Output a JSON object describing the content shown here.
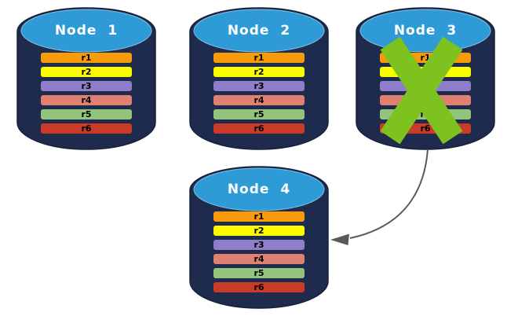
{
  "nodes": [
    {
      "title": "Node 1",
      "failed": false,
      "records": [
        "r1",
        "r2",
        "r3",
        "r4",
        "r5",
        "r6"
      ]
    },
    {
      "title": "Node 2",
      "failed": false,
      "records": [
        "r1",
        "r2",
        "r3",
        "r4",
        "r5",
        "r6"
      ]
    },
    {
      "title": "Node 3",
      "failed": true,
      "records": [
        "r1",
        "r2",
        "r3",
        "r4",
        "r5",
        "r6"
      ]
    },
    {
      "title": "Node 4",
      "failed": false,
      "records": [
        "r1",
        "r2",
        "r3",
        "r4",
        "r5",
        "r6"
      ]
    }
  ],
  "record_colors": {
    "r1": "#F89B0B",
    "r2": "#FCFC00",
    "r3": "#8C7EC8",
    "r4": "#DF8070",
    "r5": "#93C47D",
    "r6": "#C93A27"
  },
  "colors": {
    "background": "#FFFFFF",
    "cylinder-body": "#1E2B4D",
    "cylinder-outline": "#16203C",
    "cylinder-top": "#2F9BD6",
    "cylinder-top-outline": "#7FBEE3",
    "node-title-text": "#FFFFFF",
    "record-text": "#000000",
    "x-mark": "#7DC21E",
    "arrow": "#595959"
  },
  "icons": {
    "failure_mark": "x-icon",
    "transfer": "curved-arrow-icon"
  }
}
